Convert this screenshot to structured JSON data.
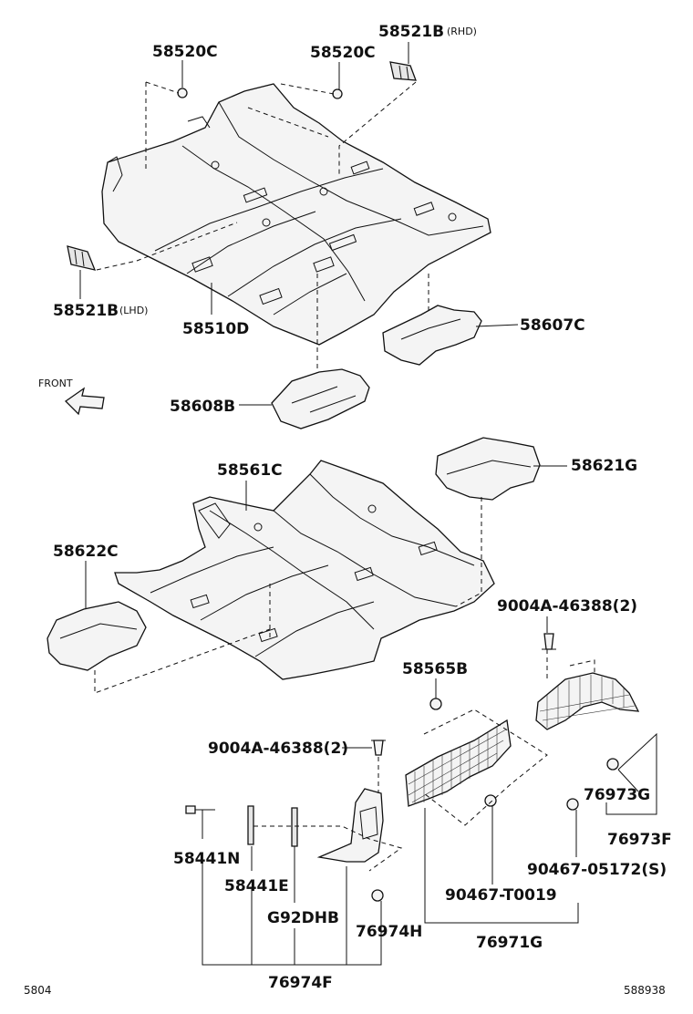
{
  "labels": {
    "p58520c_a": "58520C",
    "p58520c_b": "58520C",
    "p58521b_rhd": "58521B",
    "p58521b_rhd_note": "(RHD)",
    "p58521b_lhd": "58521B",
    "p58521b_lhd_note": "(LHD)",
    "p58510d": "58510D",
    "p58607c": "58607C",
    "front": "FRONT",
    "p58608b": "58608B",
    "p58561c": "58561C",
    "p58621g": "58621G",
    "p58622c": "58622C",
    "p9004a_upper": "9004A-46388(2)",
    "p58565b": "58565B",
    "p9004a_lower": "9004A-46388(2)",
    "p76973g": "76973G",
    "p76973f": "76973F",
    "p58441n": "58441N",
    "p58441e": "58441E",
    "p90467_05172": "90467-05172(S)",
    "p90467_t0019": "90467-T0019",
    "pg92dhb": "G92DHB",
    "p76974h": "76974H",
    "p76971g": "76971G",
    "p76974f": "76974F",
    "corner_left": "5804",
    "corner_right": "588938"
  },
  "icons": [
    "front-arrow-icon",
    "clip-icon",
    "bolt-icon"
  ]
}
